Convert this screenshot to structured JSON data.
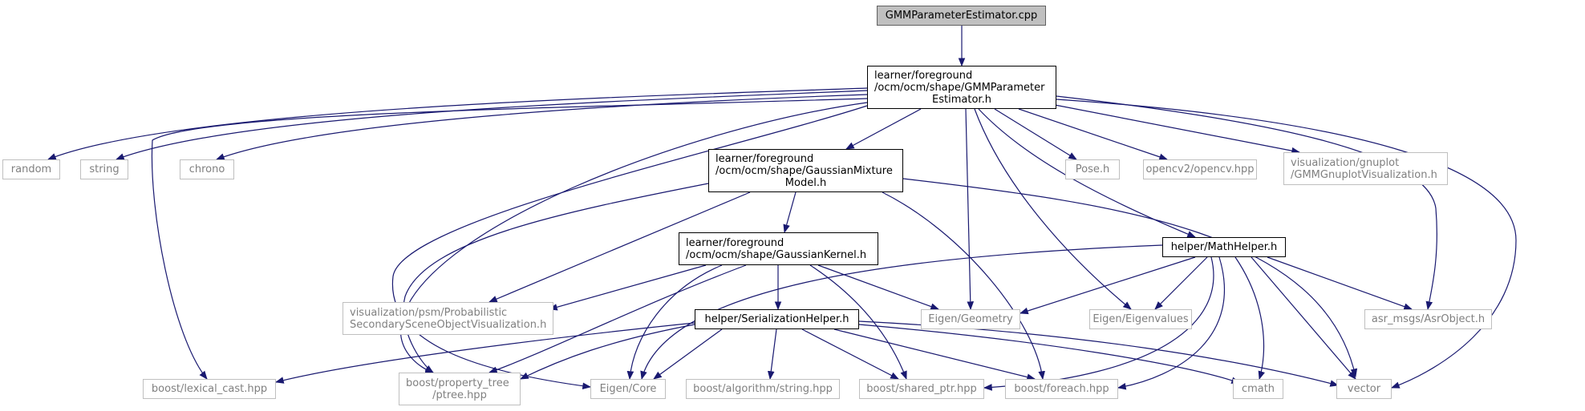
{
  "colors": {
    "edge": "#191970",
    "node_border": "#000000",
    "external_border": "#bfbfbf",
    "external_text": "#808080",
    "root_fill": "#c0c0c0"
  },
  "nodes": {
    "root": {
      "lines": [
        "GMMParameterEstimator.cpp"
      ]
    },
    "gmm_h": {
      "lines": [
        "learner/foreground",
        "/ocm/ocm/shape/GMMParameter",
        "Estimator.h"
      ]
    },
    "random": {
      "lines": [
        "random"
      ]
    },
    "string": {
      "lines": [
        "string"
      ]
    },
    "chrono": {
      "lines": [
        "chrono"
      ]
    },
    "gauss_mixture": {
      "lines": [
        "learner/foreground",
        "/ocm/ocm/shape/GaussianMixture",
        "Model.h"
      ]
    },
    "pose": {
      "lines": [
        "Pose.h"
      ]
    },
    "opencv": {
      "lines": [
        "opencv2/opencv.hpp"
      ]
    },
    "gnuplot": {
      "lines": [
        "visualization/gnuplot",
        "/GMMGnuplotVisualization.h"
      ]
    },
    "gauss_kernel": {
      "lines": [
        "learner/foreground",
        "/ocm/ocm/shape/GaussianKernel.h"
      ]
    },
    "mathhelper": {
      "lines": [
        "helper/MathHelper.h"
      ]
    },
    "psm_vis": {
      "lines": [
        "visualization/psm/Probabilistic",
        "SecondarySceneObjectVisualization.h"
      ]
    },
    "serialization": {
      "lines": [
        "helper/SerializationHelper.h"
      ]
    },
    "eigen_geometry": {
      "lines": [
        "Eigen/Geometry"
      ]
    },
    "eigen_values": {
      "lines": [
        "Eigen/Eigenvalues"
      ]
    },
    "asr_object": {
      "lines": [
        "asr_msgs/AsrObject.h"
      ]
    },
    "lexical_cast": {
      "lines": [
        "boost/lexical_cast.hpp"
      ]
    },
    "ptree": {
      "lines": [
        "boost/property_tree",
        "/ptree.hpp"
      ]
    },
    "eigen_core": {
      "lines": [
        "Eigen/Core"
      ]
    },
    "algo_string": {
      "lines": [
        "boost/algorithm/string.hpp"
      ]
    },
    "shared_ptr": {
      "lines": [
        "boost/shared_ptr.hpp"
      ]
    },
    "foreach": {
      "lines": [
        "boost/foreach.hpp"
      ]
    },
    "cmath": {
      "lines": [
        "cmath"
      ]
    },
    "vector": {
      "lines": [
        "vector"
      ]
    }
  }
}
